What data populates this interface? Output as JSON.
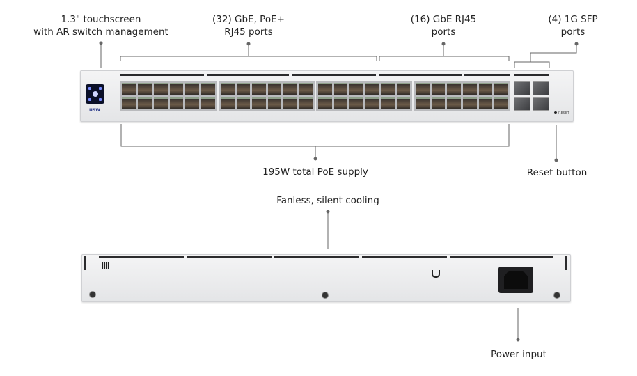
{
  "callouts": {
    "touchscreen": {
      "line1": "1.3\" touchscreen",
      "line2": "with AR switch management"
    },
    "poe_ports": {
      "line1": "(32) GbE, PoE+",
      "line2": "RJ45 ports"
    },
    "gbe_ports": {
      "line1": "(16) GbE RJ45",
      "line2": "ports"
    },
    "sfp_ports": {
      "line1": "(4) 1G SFP",
      "line2": "ports"
    },
    "poe_supply": "195W total PoE supply",
    "reset": "Reset button",
    "cooling": "Fanless, silent cooling",
    "power": "Power input"
  },
  "device": {
    "logo": "USW",
    "reset_label": "RESET",
    "rj45_port_count": 48,
    "sfp_port_count": 4
  }
}
